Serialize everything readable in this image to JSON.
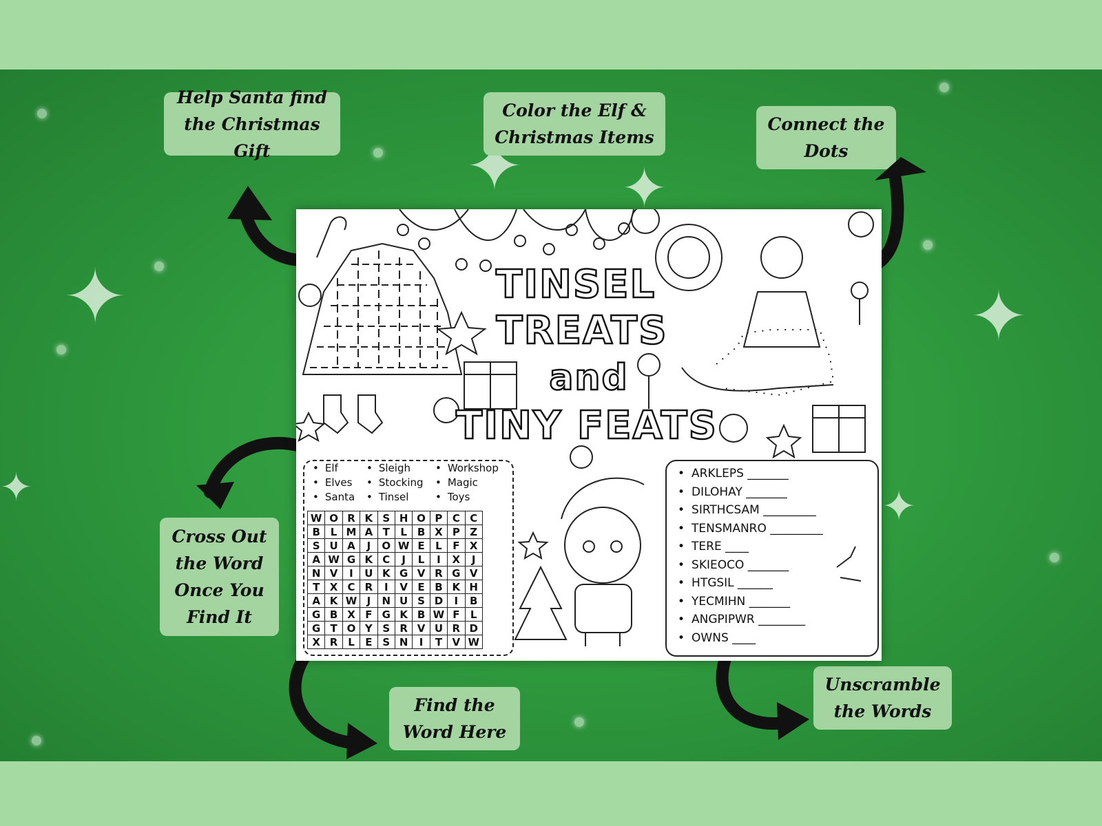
{
  "callouts": {
    "santa": "Help Santa find\nthe Christmas\nGift",
    "color": "Color the Elf &\nChristmas Items",
    "dots": "Connect the\nDots",
    "cross": "Cross Out\nthe Word\nOnce You\nFind It",
    "find": "Find the\nWord Here",
    "unscramble": "Unscramble\nthe Words"
  },
  "sheet": {
    "title_line1": "TINSEL",
    "title_line2": "TREATS",
    "title_line3": "and",
    "title_line4": "TINY FEATS"
  },
  "word_list": [
    [
      "Elf",
      "Elves",
      "Santa"
    ],
    [
      "Sleigh",
      "Stocking",
      "Tinsel"
    ],
    [
      "Workshop",
      "Magic",
      "Toys"
    ]
  ],
  "word_search_grid": [
    [
      "W",
      "O",
      "R",
      "K",
      "S",
      "H",
      "O",
      "P",
      "C",
      "C"
    ],
    [
      "B",
      "L",
      "M",
      "A",
      "T",
      "L",
      "B",
      "X",
      "P",
      "Z"
    ],
    [
      "S",
      "U",
      "A",
      "J",
      "O",
      "W",
      "E",
      "L",
      "F",
      "X"
    ],
    [
      "A",
      "W",
      "G",
      "K",
      "C",
      "J",
      "L",
      "I",
      "X",
      "J"
    ],
    [
      "N",
      "V",
      "I",
      "U",
      "K",
      "G",
      "V",
      "R",
      "G",
      "V"
    ],
    [
      "T",
      "X",
      "C",
      "R",
      "I",
      "V",
      "E",
      "B",
      "K",
      "H"
    ],
    [
      "A",
      "K",
      "W",
      "J",
      "N",
      "U",
      "S",
      "D",
      "I",
      "B"
    ],
    [
      "G",
      "B",
      "X",
      "F",
      "G",
      "K",
      "B",
      "W",
      "F",
      "L"
    ],
    [
      "G",
      "T",
      "O",
      "Y",
      "S",
      "R",
      "V",
      "U",
      "R",
      "D"
    ],
    [
      "X",
      "R",
      "L",
      "E",
      "S",
      "N",
      "I",
      "T",
      "V",
      "W"
    ]
  ],
  "scramble_words": [
    "ARKLEPS _______",
    "DILOHAY _______",
    "SIRTHCSAM _________",
    "TENSMANRO _________",
    "TERE ____",
    "SKIEOCO _______",
    "HTGSIL ______",
    "YECMIHN _______",
    "ANGPIPWR ________",
    "OWNS ____"
  ],
  "colors": {
    "band": "#a5dba3",
    "background_green": "#2f9a3e",
    "callout": "#a4d5a1"
  }
}
